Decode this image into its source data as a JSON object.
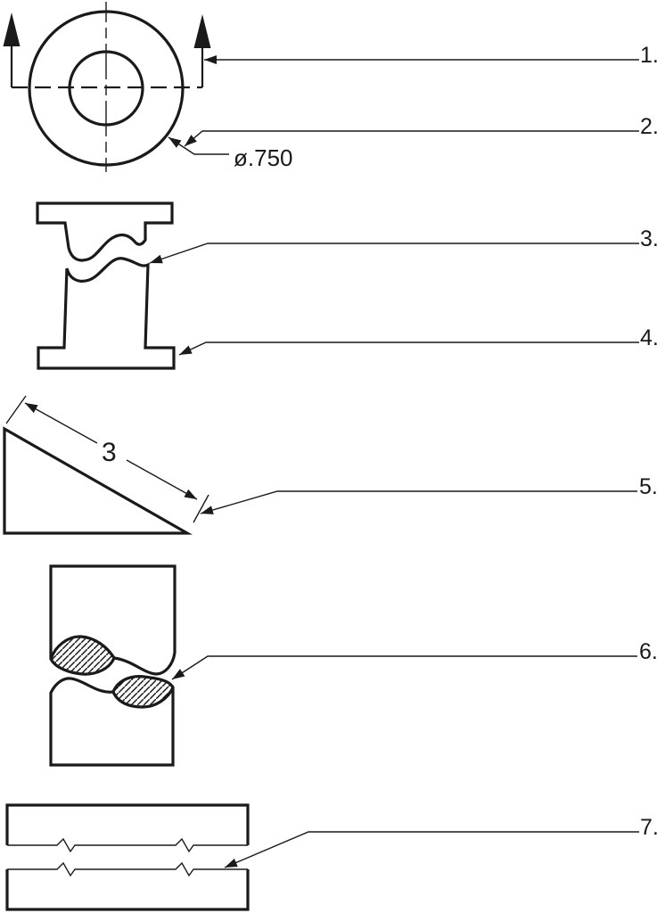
{
  "figure_type": "technical-drawing-line-identification-worksheet",
  "callouts": [
    {
      "id": 1,
      "label": "1.",
      "points_to": "cutting-plane-line"
    },
    {
      "id": 2,
      "label": "2.",
      "points_to": "diameter-leader-line"
    },
    {
      "id": 3,
      "label": "3.",
      "points_to": "conventional-break-line-structural-shape"
    },
    {
      "id": 4,
      "label": "4.",
      "points_to": "object-line-flange-edge"
    },
    {
      "id": 5,
      "label": "5.",
      "points_to": "extension-line"
    },
    {
      "id": 6,
      "label": "6.",
      "points_to": "cylindrical-s-break"
    },
    {
      "id": 7,
      "label": "7.",
      "points_to": "long-break-line"
    },
    {
      "id": 8,
      "label": "",
      "points_to": ""
    }
  ],
  "annotations": {
    "diameter_dimension": "ø.750",
    "length_dimension": "3"
  },
  "icons": {
    "section_arrow": "filled-up-arrow",
    "leader_arrowhead": "filled-small-arrow"
  },
  "colors": {
    "ink": "#1a1a1a",
    "background": "#ffffff"
  }
}
